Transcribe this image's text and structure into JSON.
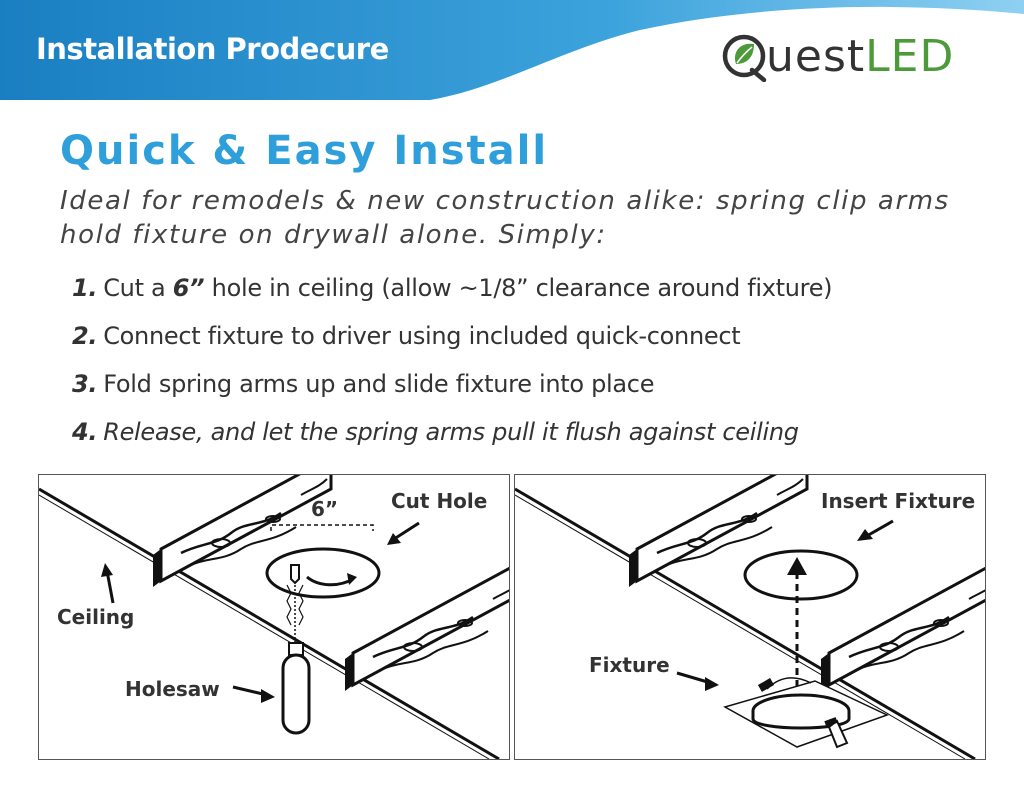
{
  "header": {
    "title": "Installation Prodecure",
    "logo_text_dark": "uest",
    "logo_text_green": "LED"
  },
  "main": {
    "title": "Quick & Easy Install",
    "intro": "Ideal for remodels & new construction alike: spring clip arms hold fixture on drywall alone. Simply:"
  },
  "steps": [
    {
      "number": "1.",
      "text_before": "Cut a ",
      "emphasis": "6”",
      "text_after": " hole in ceiling (allow ~1/8” clearance around fixture)"
    },
    {
      "number": "2.",
      "text": "Connect fixture to driver using included quick-connect"
    },
    {
      "number": "3.",
      "text": "Fold spring arms up and slide fixture into place"
    },
    {
      "number": "4.",
      "text": "Release, and let the spring arms pull it flush against ceiling"
    }
  ],
  "diagram_left": {
    "dimension": "6”",
    "cut_hole": "Cut Hole",
    "ceiling": "Ceiling",
    "holesaw": "Holesaw"
  },
  "diagram_right": {
    "insert_fixture": "Insert Fixture",
    "fixture": "Fixture"
  },
  "colors": {
    "banner_blue": "#1e86c8",
    "title_blue": "#2e9fdb",
    "logo_green": "#4d9a3a"
  }
}
